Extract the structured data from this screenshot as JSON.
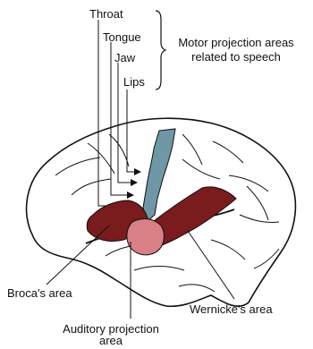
{
  "labels": {
    "throat": "Throat",
    "tongue": "Tongue",
    "jaw": "Jaw",
    "lips": "Lips",
    "motor_line1": "Motor projection areas",
    "motor_line2": "related to speech",
    "broca": "Broca's area",
    "auditory_line1": "Auditory projection",
    "auditory_line2": "area",
    "wernicke": "Wernicke's area"
  },
  "colors": {
    "motor_cortex": "#6f97a6",
    "broca_area": "#7a1b1e",
    "wernicke_area": "#7a1b1e",
    "auditory_area": "#d97f86",
    "outline": "#111111"
  }
}
